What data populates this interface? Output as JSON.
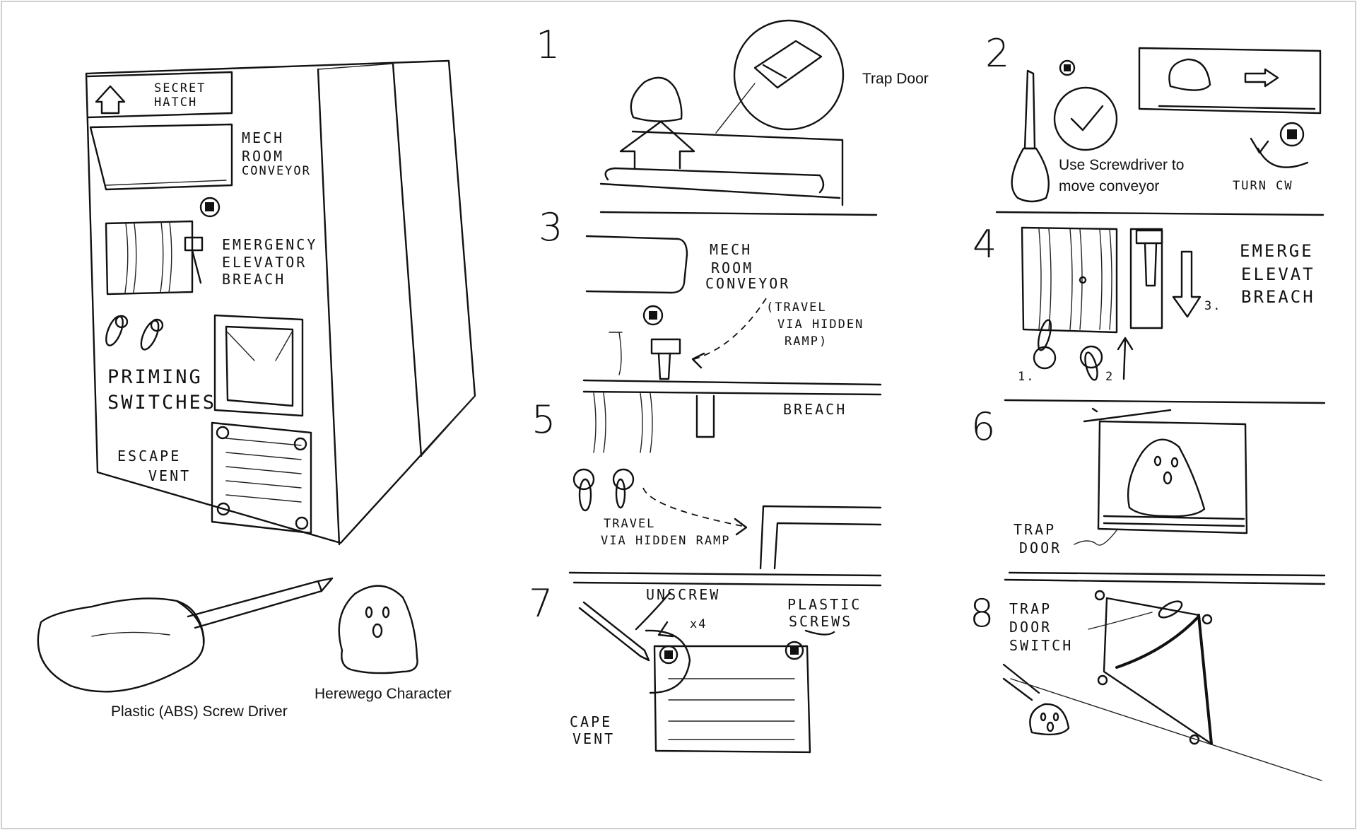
{
  "device": {
    "secret_hatch": [
      "SECRET",
      "HATCH"
    ],
    "mech_room_conveyor": [
      "MECH",
      "ROOM",
      "CONVEYOR"
    ],
    "emergency_elevator_breach": [
      "EMERGENCY",
      "ELEVATOR",
      "BREACH"
    ],
    "priming_switches": [
      "PRIMING",
      "SWITCHES"
    ],
    "escape_vent": [
      "ESCAPE",
      "VENT"
    ]
  },
  "tools": {
    "screwdriver_caption": "Plastic (ABS) Screw Driver",
    "character_caption": "Herewego Character"
  },
  "steps": {
    "s1": {
      "number": "1",
      "trap_door": "Trap Door"
    },
    "s2": {
      "number": "2",
      "instruction_line1": "Use Screwdriver to",
      "instruction_line2": "move conveyor",
      "turn_cw": "TURN CW"
    },
    "s3": {
      "number": "3",
      "mech_room_conveyor": [
        "MECH",
        "ROOM",
        "CONVEYOR"
      ],
      "travel_note": [
        "(TRAVEL",
        "VIA HIDDEN",
        "RAMP)"
      ]
    },
    "s4": {
      "number": "4",
      "label": [
        "EMERGE",
        "ELEVAT",
        "BREACH"
      ],
      "markers": [
        "1.",
        "2",
        "3."
      ]
    },
    "s5": {
      "number": "5",
      "breach": "BREACH",
      "travel_note": [
        "TRAVEL",
        "VIA HIDDEN RAMP"
      ]
    },
    "s6": {
      "number": "6",
      "trap_door": [
        "TRAP",
        "DOOR"
      ]
    },
    "s7": {
      "number": "7",
      "unscrew": "UNSCREW",
      "times": "x4",
      "plastic_screws": [
        "PLASTIC",
        "SCREWS"
      ],
      "escape_vent": [
        "CAPE",
        "VENT"
      ]
    },
    "s8": {
      "number": "8",
      "trap_door_switch": [
        "TRAP",
        "DOOR",
        "SWITCH"
      ]
    }
  }
}
